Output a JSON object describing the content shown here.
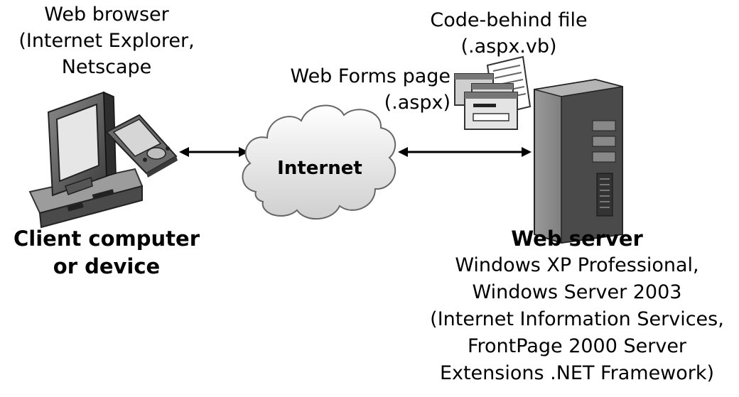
{
  "client": {
    "browser_lines": [
      "Web browser",
      "(Internet Explorer,",
      "Netscape"
    ],
    "title_lines": [
      "Client computer",
      "or device"
    ]
  },
  "network": {
    "label": "Internet"
  },
  "web_forms": {
    "lines": [
      "Web Forms page",
      "(.aspx)"
    ]
  },
  "code_behind": {
    "lines": [
      "Code-behind file",
      "(.aspx.vb)"
    ]
  },
  "server": {
    "title": "Web server",
    "details": [
      "Windows XP Professional,",
      "Windows Server 2003",
      "(Internet Information Services,",
      "FrontPage 2000 Server",
      "Extensions .NET Framework)"
    ]
  }
}
